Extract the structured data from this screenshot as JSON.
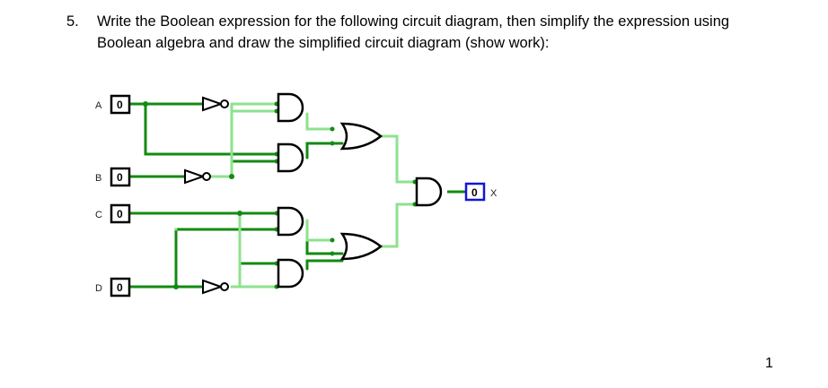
{
  "question": {
    "number": "5.",
    "text": "Write the Boolean expression for the following circuit diagram, then simplify the expression using Boolean algebra and draw the simplified circuit diagram (show work):"
  },
  "circuit": {
    "inputs": [
      {
        "label": "A",
        "value": "0"
      },
      {
        "label": "B",
        "value": "0"
      },
      {
        "label": "C",
        "value": "0"
      },
      {
        "label": "D",
        "value": "0"
      }
    ],
    "output": {
      "label": "X",
      "value": "0"
    },
    "colors": {
      "wire_dark": "#138a13",
      "wire_light": "#8ee28e",
      "output_box": "#1414d8",
      "gate": "#000000"
    }
  },
  "footer": {
    "page_number": "1"
  }
}
